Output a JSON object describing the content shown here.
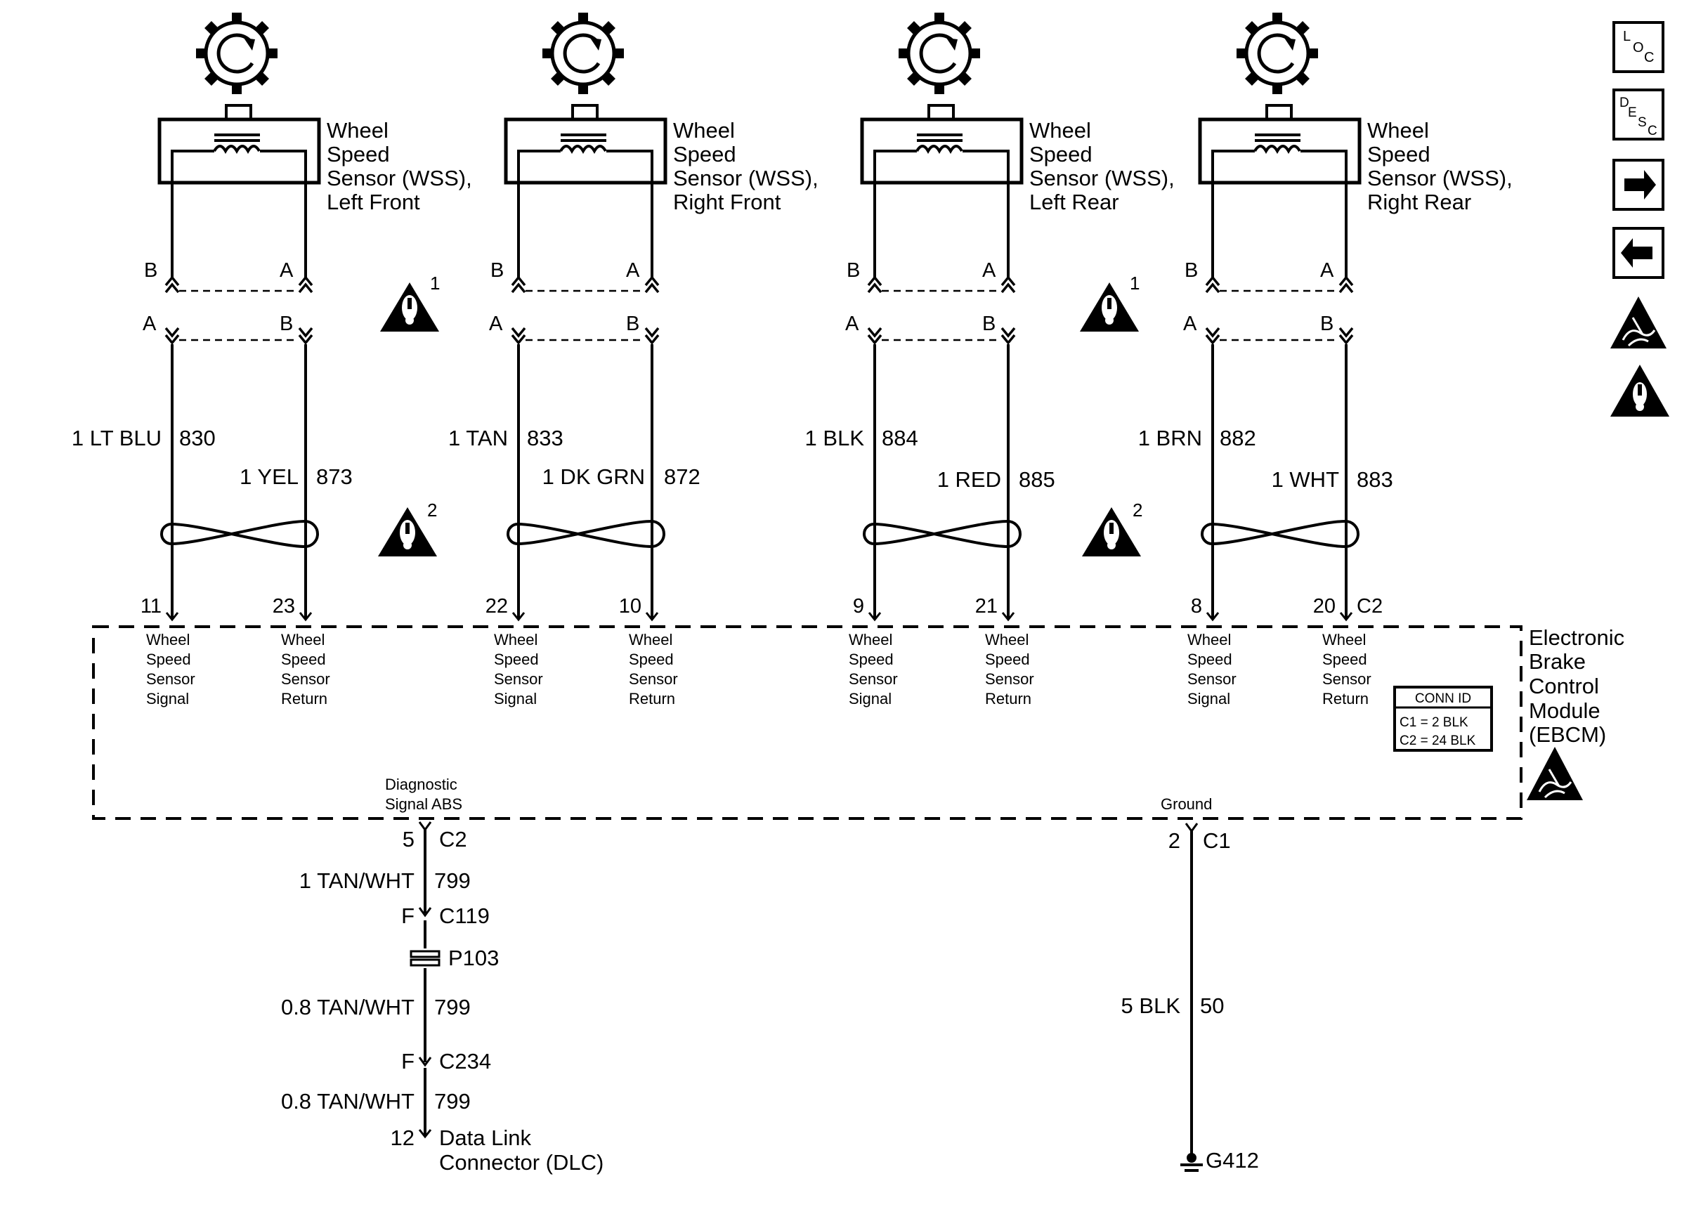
{
  "sensors": [
    {
      "id": "lf",
      "title1": "Wheel",
      "title2": "Speed",
      "title3": "Sensor (WSS),",
      "title4": "Left Front",
      "upper_left_pin": "B",
      "upper_right_pin": "A",
      "lower_left_pin": "A",
      "lower_right_pin": "B",
      "sig_color": "1 LT BLU",
      "sig_circuit": "830",
      "ret_color": "1 YEL",
      "ret_circuit": "873",
      "sig_terminal": "11",
      "ret_terminal": "23"
    },
    {
      "id": "rf",
      "title1": "Wheel",
      "title2": "Speed",
      "title3": "Sensor (WSS),",
      "title4": "Right Front",
      "upper_left_pin": "B",
      "upper_right_pin": "A",
      "lower_left_pin": "A",
      "lower_right_pin": "B",
      "sig_color": "1 TAN",
      "sig_circuit": "833",
      "ret_color": "1 DK GRN",
      "ret_circuit": "872",
      "sig_terminal": "22",
      "ret_terminal": "10"
    },
    {
      "id": "lr",
      "title1": "Wheel",
      "title2": "Speed",
      "title3": "Sensor (WSS),",
      "title4": "Left Rear",
      "upper_left_pin": "B",
      "upper_right_pin": "A",
      "lower_left_pin": "A",
      "lower_right_pin": "B",
      "sig_color": "1 BLK",
      "sig_circuit": "884",
      "ret_color": "1 RED",
      "ret_circuit": "885",
      "sig_terminal": "9",
      "ret_terminal": "21"
    },
    {
      "id": "rr",
      "title1": "Wheel",
      "title2": "Speed",
      "title3": "Sensor (WSS),",
      "title4": "Right Rear",
      "upper_left_pin": "B",
      "upper_right_pin": "A",
      "lower_left_pin": "A",
      "lower_right_pin": "B",
      "sig_color": "1 BRN",
      "sig_circuit": "882",
      "ret_color": "1 WHT",
      "ret_circuit": "883",
      "sig_terminal": "8",
      "ret_terminal": "20"
    }
  ],
  "module": {
    "name1": "Electronic",
    "name2": "Brake",
    "name3": "Control",
    "name4": "Module",
    "name5": "(EBCM)",
    "connector_label": "C2",
    "signal_label": [
      "Wheel",
      "Speed",
      "Sensor",
      "Signal"
    ],
    "return_label": [
      "Wheel",
      "Speed",
      "Sensor",
      "Return"
    ],
    "conn_id_title": "CONN ID",
    "conn_id_c1": "C1 = 2 BLK",
    "conn_id_c2": "C2 = 24 BLK",
    "diag_label1": "Diagnostic",
    "diag_label2": "Signal ABS",
    "ground_label": "Ground"
  },
  "warnings": {
    "w1": "1",
    "w2": "2"
  },
  "diagnostic_circuit": {
    "terminal": "5",
    "connector": "C2",
    "wire1_color": "1 TAN/WHT",
    "wire1_circuit": "799",
    "c119_pin": "F",
    "c119": "C119",
    "splice": "P103",
    "wire2_color": "0.8 TAN/WHT",
    "wire2_circuit": "799",
    "c234_pin": "F",
    "c234": "C234",
    "wire3_color": "0.8 TAN/WHT",
    "wire3_circuit": "799",
    "dlc_pin": "12",
    "dlc_label1": "Data Link",
    "dlc_label2": "Connector (DLC)"
  },
  "ground_circuit": {
    "terminal": "2",
    "connector": "C1",
    "wire_color": "5 BLK",
    "wire_circuit": "50",
    "ground_id": "G412"
  },
  "side_icons": [
    {
      "name": "loc",
      "text_a": "L",
      "text_b": "O",
      "text_c": "C"
    },
    {
      "name": "desc",
      "text_a": "D",
      "text_b": "E",
      "text_c": "S",
      "text_d": "C"
    },
    {
      "name": "next-page"
    },
    {
      "name": "prev-page"
    },
    {
      "name": "esd-warning"
    },
    {
      "name": "caution"
    }
  ]
}
